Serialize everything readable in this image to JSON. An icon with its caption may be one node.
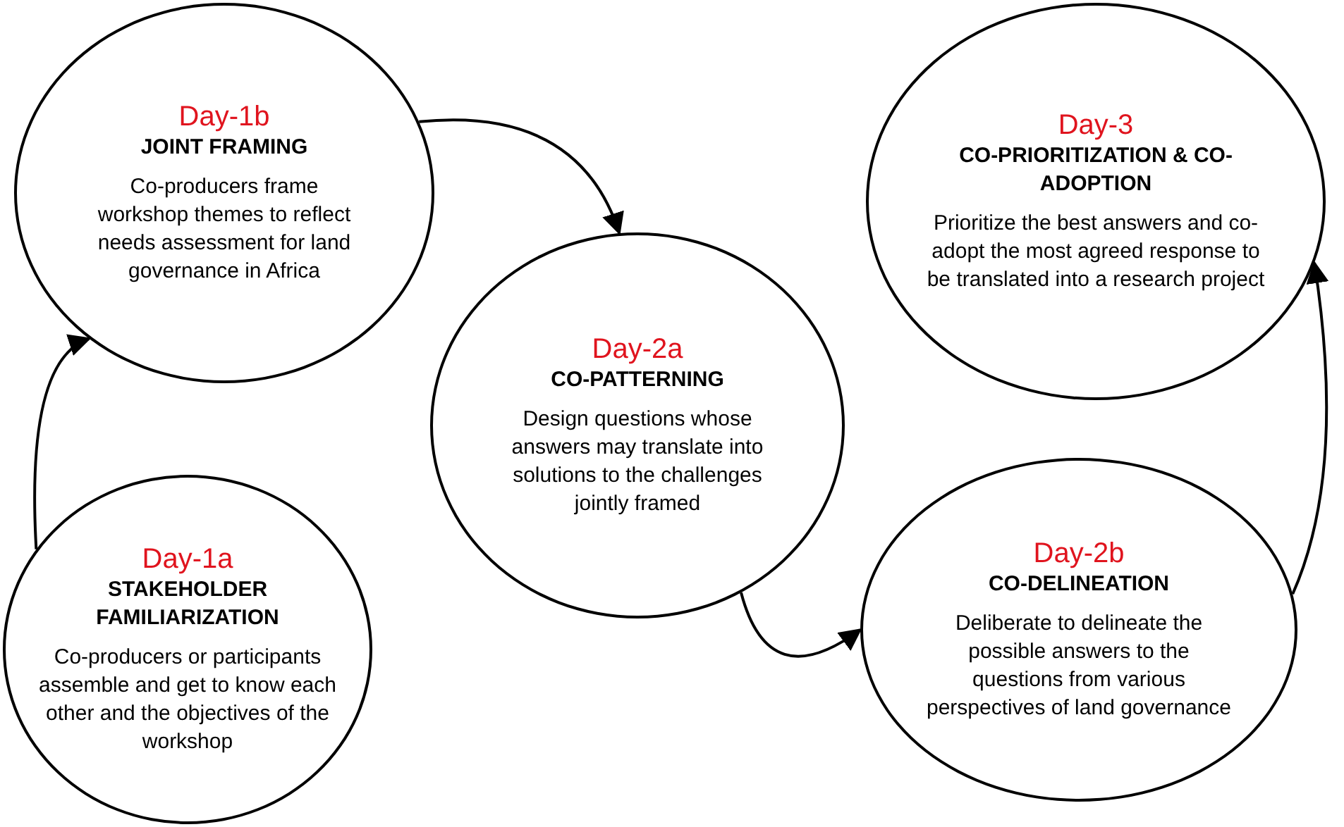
{
  "diagram": {
    "nodes": [
      {
        "text": [
          "Day-1a",
          "STAKEHOLDER FAMILIARIZATION",
          "Co-producers or participants assemble and get to know each other and the objectives of the workshop"
        ]
      },
      {
        "text": [
          "Day-1b",
          "JOINT FRAMING",
          "Co-producers frame workshop themes to reflect needs assessment for land governance in Africa"
        ]
      },
      {
        "text": [
          "Day-2a",
          "CO-PATTERNING",
          "Design questions whose answers may translate into solutions to the challenges jointly framed"
        ]
      },
      {
        "text": [
          "Day-2b",
          "CO-DELINEATION",
          "Deliberate to delineate the possible answers to the questions from various perspectives of land governance"
        ]
      },
      {
        "text": [
          "Day-3",
          "CO-PRIORITIZATION & CO-ADOPTION",
          "Prioritize the best answers and co-adopt the most agreed response to be translated into a research project"
        ]
      }
    ],
    "edges": [
      {
        "from": 0,
        "to": 1,
        "arrow": "to"
      },
      {
        "from": 1,
        "to": 2,
        "arrow": "to"
      },
      {
        "from": 2,
        "to": 3,
        "arrow": "to"
      },
      {
        "from": 3,
        "to": 4,
        "arrow": "to"
      }
    ]
  }
}
